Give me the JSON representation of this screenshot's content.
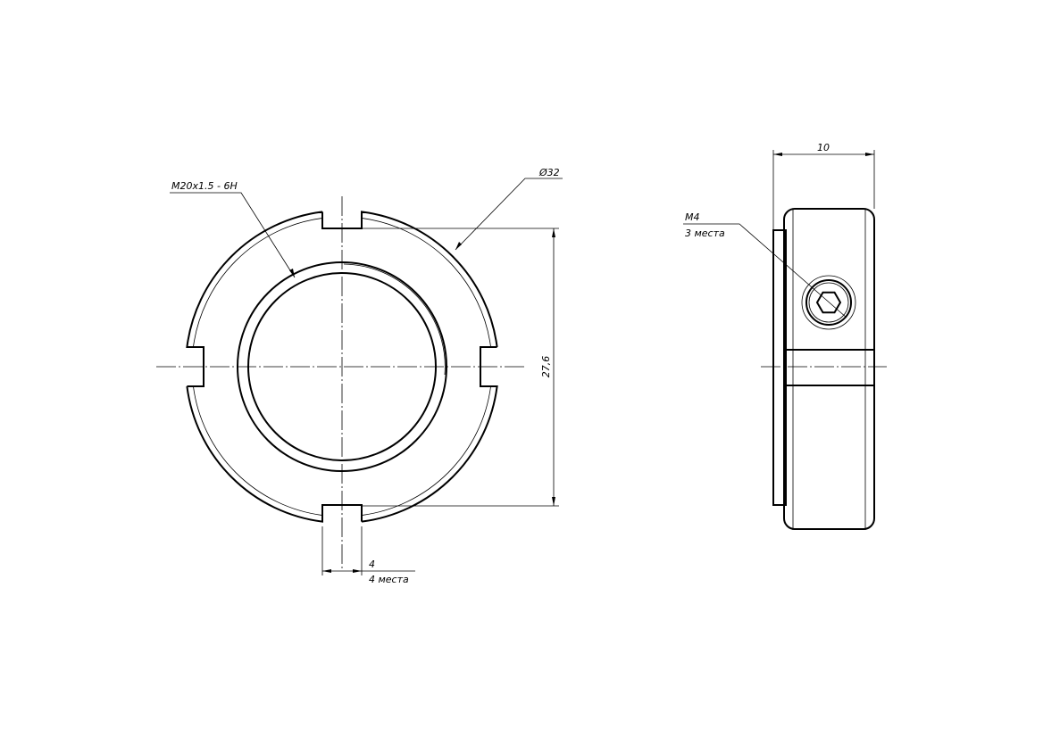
{
  "drawing": {
    "front_view": {
      "thread_label": "M20x1.5 - 6H",
      "diameter_label": "Ø32",
      "height_dim": "27,6",
      "slot_width_dim": "4",
      "slot_count_note": "4 места"
    },
    "side_view": {
      "width_dim": "10",
      "screw_label": "M4",
      "screw_count_note": "3 места"
    }
  }
}
